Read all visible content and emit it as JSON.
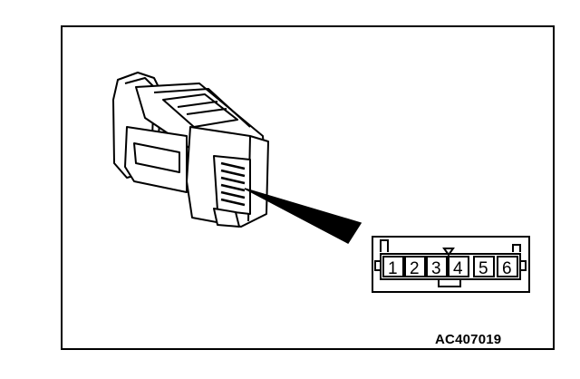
{
  "figure": {
    "reference_code": "AC407019"
  },
  "connector_face": {
    "pins": [
      "1",
      "2",
      "3",
      "4",
      "5",
      "6"
    ]
  }
}
